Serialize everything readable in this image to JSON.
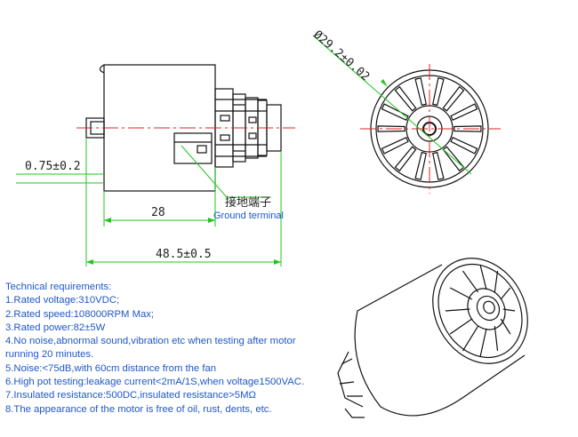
{
  "dimensions": {
    "diameter": "Ø29.2±0.02",
    "shaft_offset": "0.75±0.2",
    "body_length": "28",
    "total_length": "48.5±0.5"
  },
  "labels": {
    "ground_terminal_cn": "接地端子",
    "ground_terminal_en": "Ground terminal"
  },
  "requirements": {
    "heading": "Technical requirements:",
    "items": [
      "1.Rated voltage:310VDC;",
      "2.Rated speed:108000RPM Max;",
      "3.Rated power:82±5W",
      "4.No noise,abnormal sound,vibration etc when testing after motor running 20 minutes.",
      "5.Noise:<75dB,with 60cm distance from the fan",
      "6.High pot testing:leakage current<2mA/1S,when voltage1500VAC.",
      "7.Insulated resistance:500DC,insulated resistance>5MΩ",
      "8.The appearance of the motor is free of oil, rust, dents, etc."
    ]
  },
  "colors": {
    "dimension_lines": "#22c422",
    "centerline": "#e02020",
    "label_text": "#1e57c9",
    "outline": "#111111"
  }
}
